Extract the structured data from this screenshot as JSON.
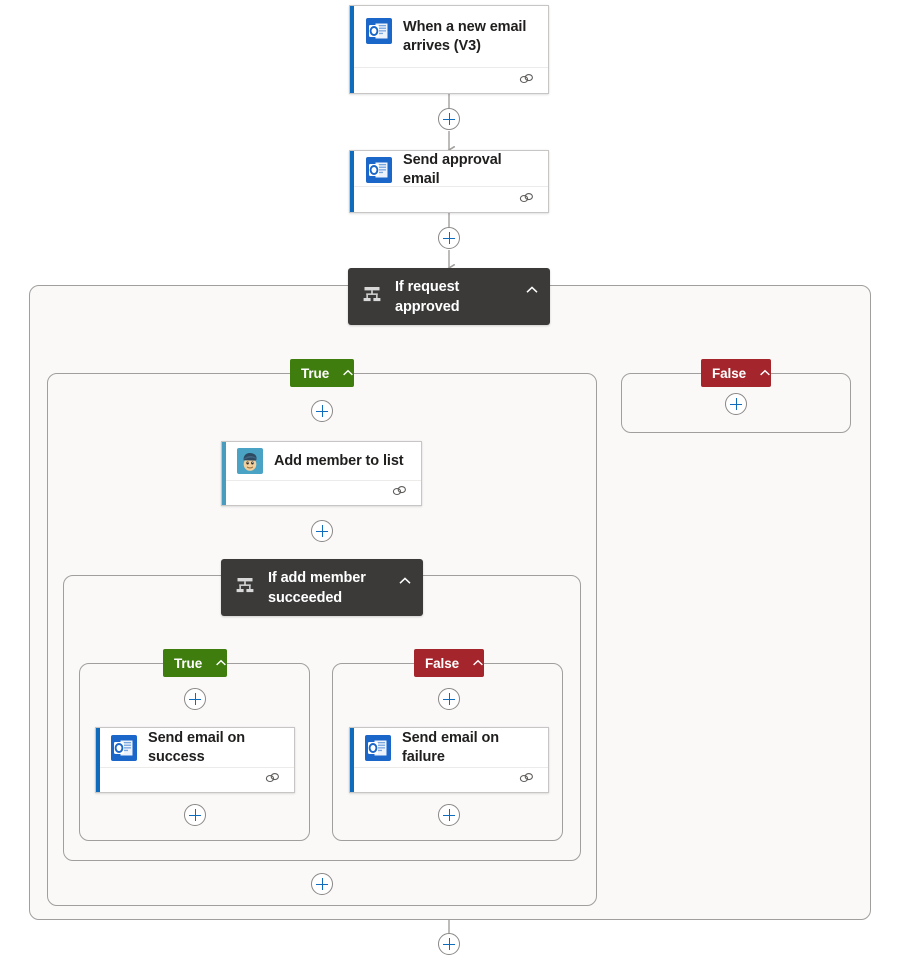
{
  "app": {
    "name": "power-automate-flow-designer",
    "background": "#ffffff",
    "accent": "#0f6cbd"
  },
  "colors": {
    "card_border": "#c8c6c4",
    "scope_fill": "#faf9f8",
    "scope_border": "#a19f9d",
    "condition_bg": "#3b3a39",
    "true_badge": "#3f7d0f",
    "false_badge": "#a4262c",
    "outlook_blue": "#0f6cbd",
    "mailchimp_teal": "#4a9cbf",
    "connector_line": "#a19f9d",
    "plus_icon": "#0f6cbd"
  },
  "nodes": [
    {
      "id": "trigger-new-email",
      "type": "action-card",
      "title": "When a new email arrives (V3)",
      "icon": "outlook-icon",
      "connector": "Office 365 Outlook",
      "stripe_color": "#0f6cbd",
      "footer_icon": "comment-link-icon"
    },
    {
      "id": "send-approval-email",
      "type": "action-card",
      "title": "Send approval email",
      "icon": "outlook-icon",
      "connector": "Office 365 Outlook",
      "stripe_color": "#0f6cbd",
      "footer_icon": "comment-link-icon"
    },
    {
      "id": "if-request-approved",
      "type": "condition",
      "title": "If request approved",
      "icon": "condition-branch-icon",
      "chevron": "chevron-up-icon"
    },
    {
      "id": "add-member-to-list",
      "type": "action-card",
      "title": "Add member to list",
      "icon": "mailchimp-icon",
      "connector": "Mailchimp",
      "stripe_color": "#4a9cbf",
      "footer_icon": "comment-link-icon"
    },
    {
      "id": "if-add-member-succeeded",
      "type": "condition",
      "title": "If add member succeeded",
      "icon": "condition-branch-icon",
      "chevron": "chevron-up-icon"
    },
    {
      "id": "send-email-on-success",
      "type": "action-card",
      "title": "Send email on success",
      "icon": "outlook-icon",
      "connector": "Office 365 Outlook",
      "stripe_color": "#0f6cbd",
      "footer_icon": "comment-link-icon"
    },
    {
      "id": "send-email-on-failure",
      "type": "action-card",
      "title": "Send email on failure",
      "icon": "outlook-icon",
      "connector": "Office 365 Outlook",
      "stripe_color": "#0f6cbd",
      "footer_icon": "comment-link-icon"
    }
  ],
  "branches": {
    "outer_true": {
      "label": "True",
      "chevron": "chevron-up-icon"
    },
    "outer_false": {
      "label": "False",
      "chevron": "chevron-up-icon"
    },
    "inner_true": {
      "label": "True",
      "chevron": "chevron-up-icon"
    },
    "inner_false": {
      "label": "False",
      "chevron": "chevron-up-icon"
    }
  },
  "add_buttons": [
    {
      "id": "add-after-trigger",
      "label": "+"
    },
    {
      "id": "add-after-send-approval",
      "label": "+"
    },
    {
      "id": "add-in-outer-true-top",
      "label": "+"
    },
    {
      "id": "add-in-outer-false",
      "label": "+"
    },
    {
      "id": "add-after-add-member",
      "label": "+"
    },
    {
      "id": "add-in-inner-true-top",
      "label": "+"
    },
    {
      "id": "add-in-inner-false-top",
      "label": "+"
    },
    {
      "id": "add-in-inner-true-bottom",
      "label": "+"
    },
    {
      "id": "add-in-inner-false-bottom",
      "label": "+"
    },
    {
      "id": "add-in-outer-true-bottom",
      "label": "+"
    },
    {
      "id": "add-end-of-flow",
      "label": "+"
    }
  ]
}
